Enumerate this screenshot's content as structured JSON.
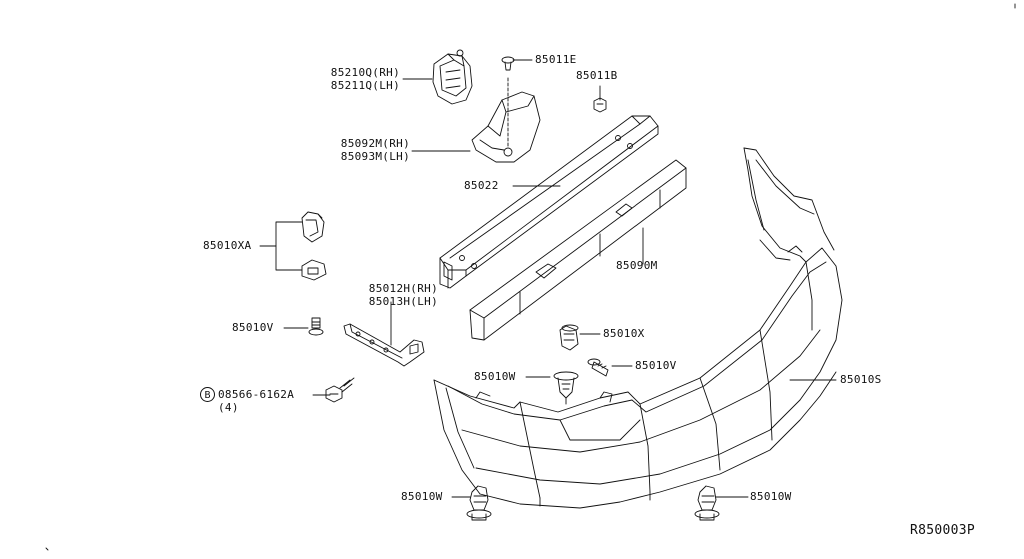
{
  "labels": {
    "p85210q": "85210Q(RH)",
    "p85211q": "85211Q(LH)",
    "p85011e": "85011E",
    "p85011b": "85011B",
    "p85092m": "85092M(RH)",
    "p85093m": "85093M(LH)",
    "p85022": "85022",
    "p85010xa": "85010XA",
    "p85090m": "85090M",
    "p85012h": "85012H(RH)",
    "p85013h": "85013H(LH)",
    "p85010v_left": "85010V",
    "p85010x": "85010X",
    "p85010v_right": "85010V",
    "p85010w_top": "85010W",
    "p85010s": "85010S",
    "bolt_code": "08566-6162A",
    "bolt_qty": "(4)",
    "bolt_prefix": "B",
    "p85010w_bl": "85010W",
    "p85010w_br": "85010W"
  },
  "diagram_id": "R850003P"
}
